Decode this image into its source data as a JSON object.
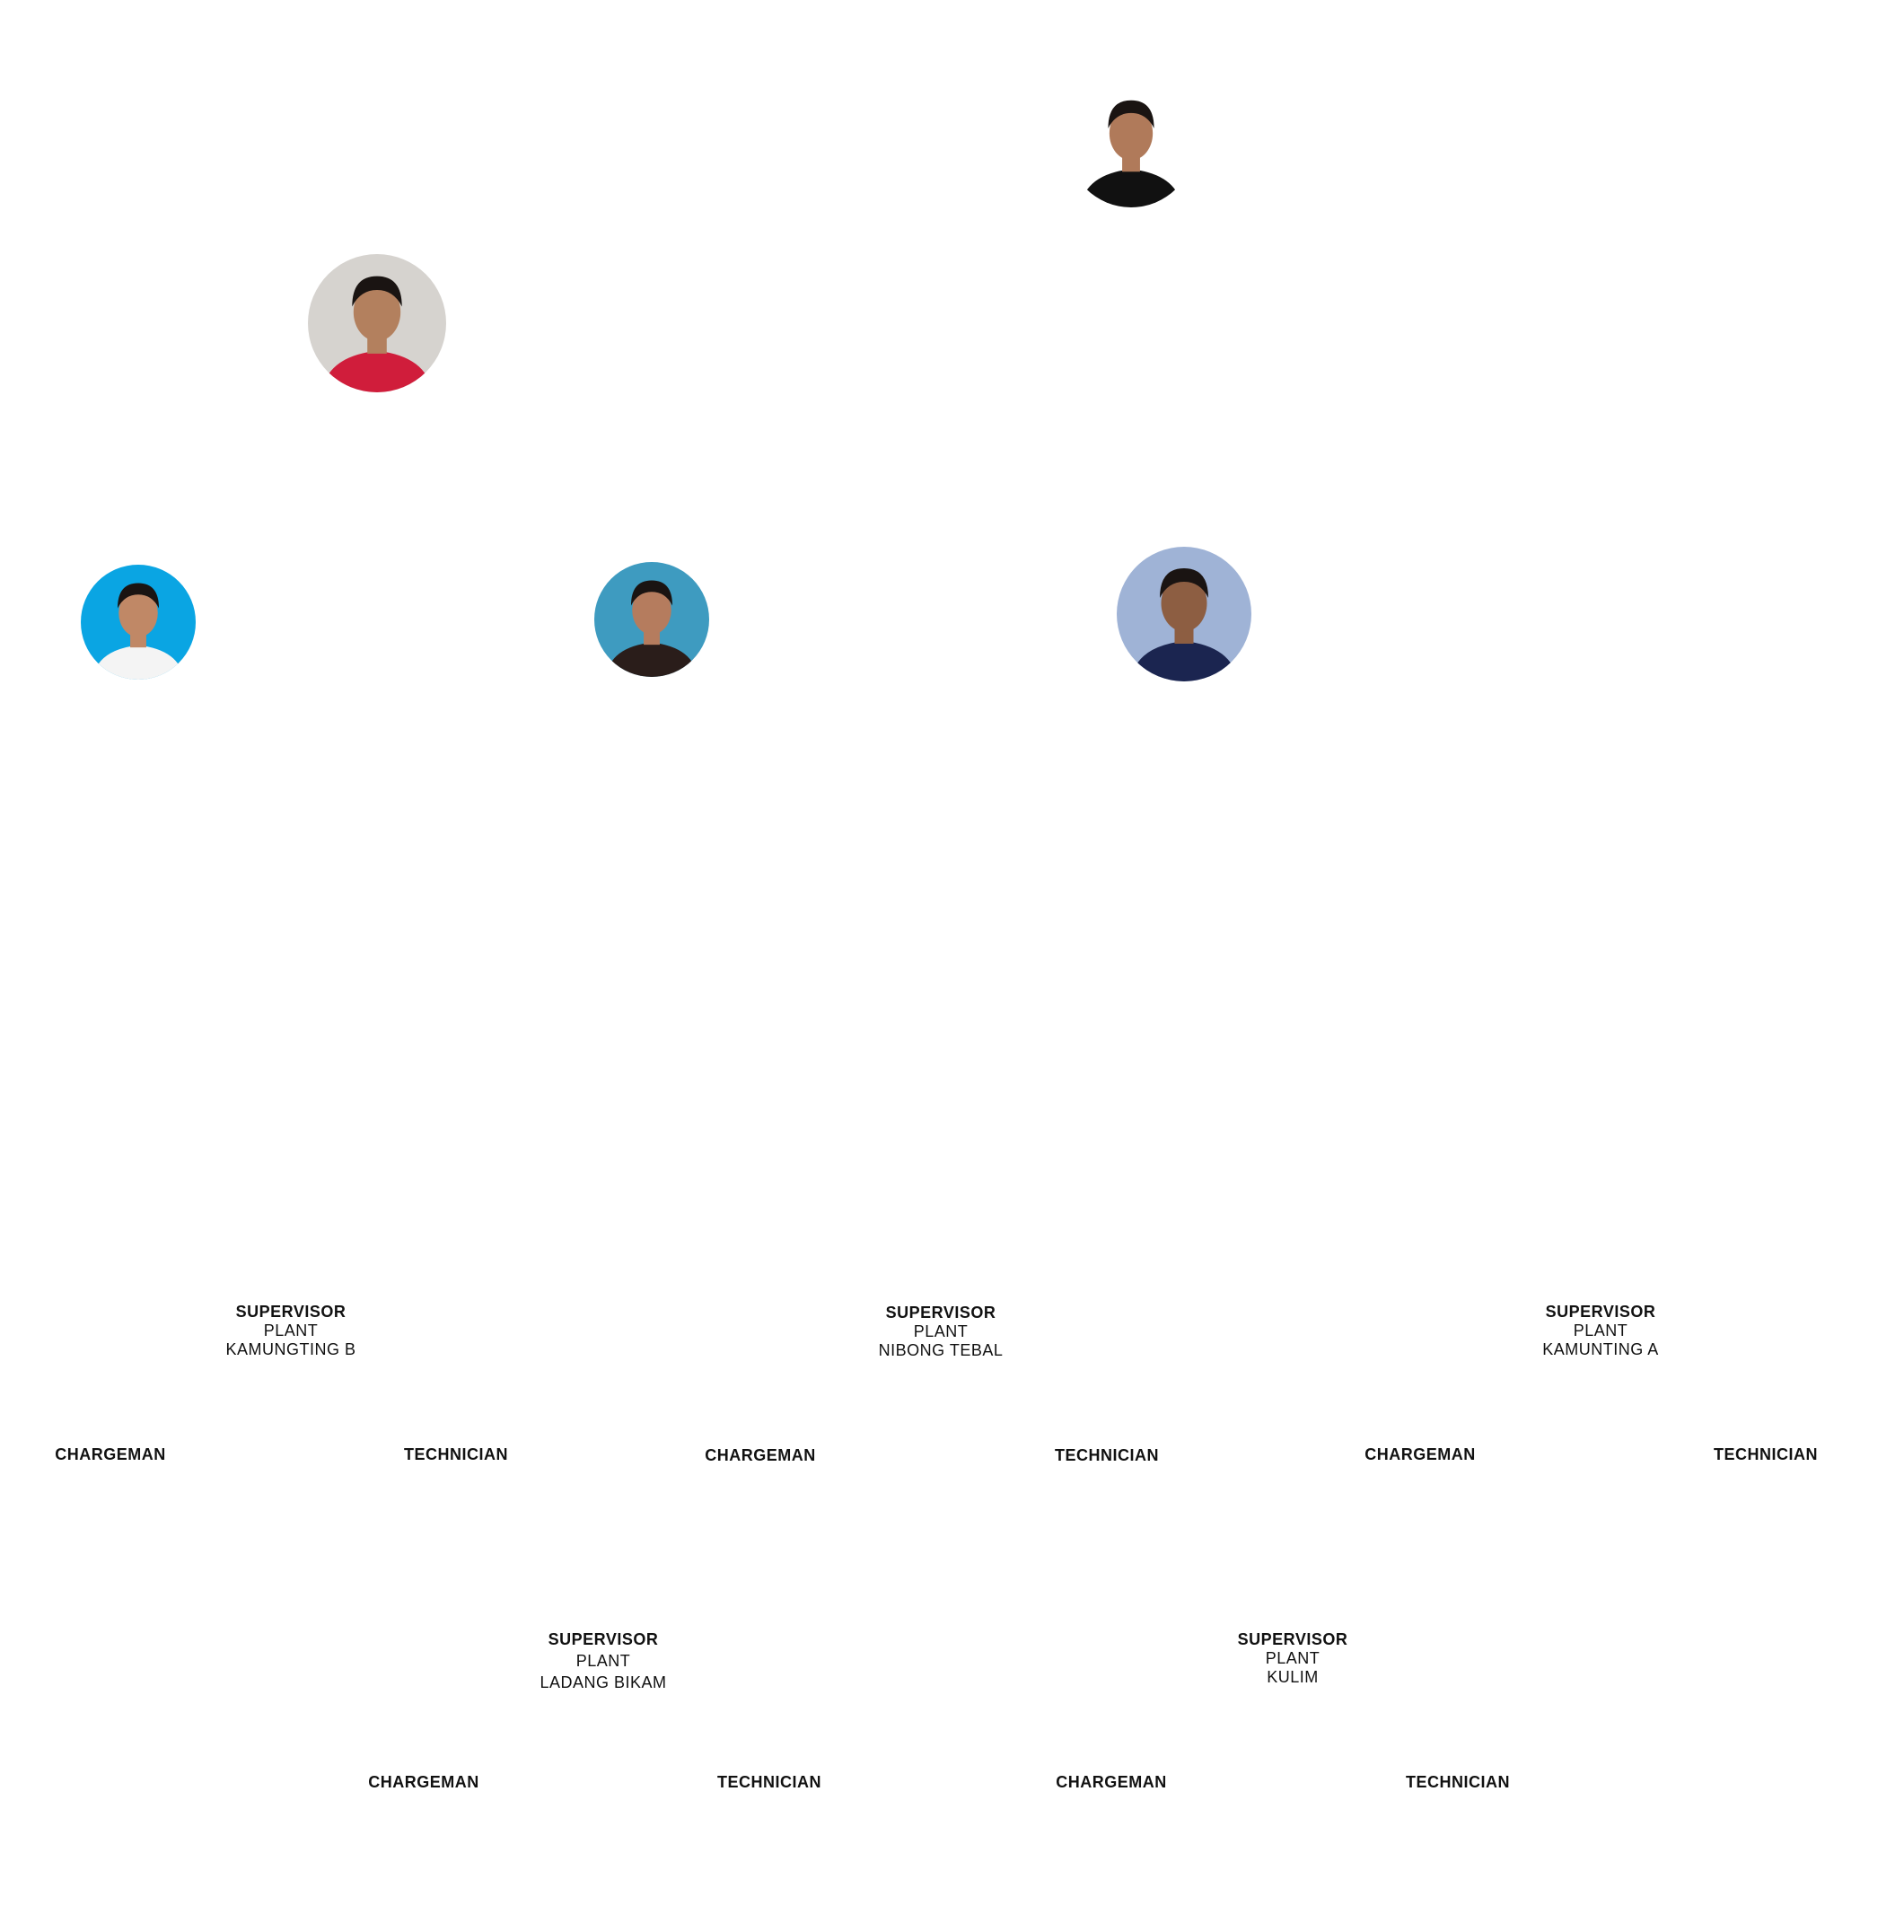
{
  "photos": [
    {
      "icon": "person-photo-suit",
      "bg": "#ffffff",
      "shirt": "#111111",
      "skin": "#b07a5a"
    },
    {
      "icon": "person-photo-red-jacket",
      "bg": "#d6d3cf",
      "shirt": "#d01d3b",
      "skin": "#b3805e"
    },
    {
      "icon": "person-photo-blue-bg",
      "bg": "#0aa5e3",
      "shirt": "#f4f4f4",
      "skin": "#c08866"
    },
    {
      "icon": "person-photo-teal-bg",
      "bg": "#3e9bc0",
      "shirt": "#2a1d1a",
      "skin": "#b57c5e"
    },
    {
      "icon": "person-photo-outdoor",
      "bg": "#9fb3d6",
      "shirt": "#1b2550",
      "skin": "#8d5e42"
    }
  ],
  "supervisors": [
    {
      "title": "SUPERVISOR",
      "line1": "PLANT",
      "line2": "KAMUNGTING B"
    },
    {
      "title": "SUPERVISOR",
      "line1": "PLANT",
      "line2": "NIBONG TEBAL"
    },
    {
      "title": "SUPERVISOR",
      "line1": "PLANT",
      "line2": "KAMUNTING A"
    },
    {
      "title": "SUPERVISOR",
      "line1": "PLANT",
      "line2": "LADANG BIKAM"
    },
    {
      "title": "SUPERVISOR",
      "line1": "PLANT",
      "line2": "KULIM"
    }
  ],
  "roles": [
    "CHARGEMAN",
    "TECHNICIAN",
    "CHARGEMAN",
    "TECHNICIAN",
    "CHARGEMAN",
    "TECHNICIAN",
    "CHARGEMAN",
    "TECHNICIAN",
    "CHARGEMAN",
    "TECHNICIAN"
  ]
}
